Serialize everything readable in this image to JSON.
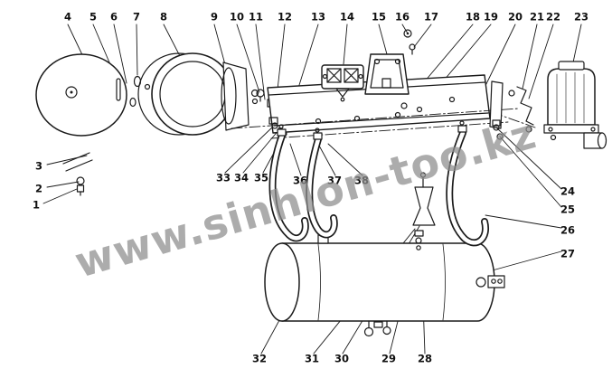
{
  "watermark": "www.sinhlon-too.kz",
  "colors": {
    "background": "#ffffff",
    "line": "#1a1a1a",
    "watermark": "#8d8d8d"
  },
  "callouts": {
    "1": "1",
    "2": "2",
    "3": "3",
    "4": "4",
    "5": "5",
    "6": "6",
    "7": "7",
    "8": "8",
    "9": "9",
    "10": "10",
    "11": "11",
    "12": "12",
    "13": "13",
    "14": "14",
    "15": "15",
    "16": "16",
    "17": "17",
    "18": "18",
    "19": "19",
    "20": "20",
    "21": "21",
    "22": "22",
    "23": "23",
    "24": "24",
    "25": "25",
    "26": "26",
    "27": "27",
    "28": "28",
    "29": "29",
    "30": "30",
    "31": "31",
    "32": "32",
    "33": "33",
    "34": "34",
    "35": "35",
    "36": "36",
    "37": "37",
    "38": "38"
  }
}
